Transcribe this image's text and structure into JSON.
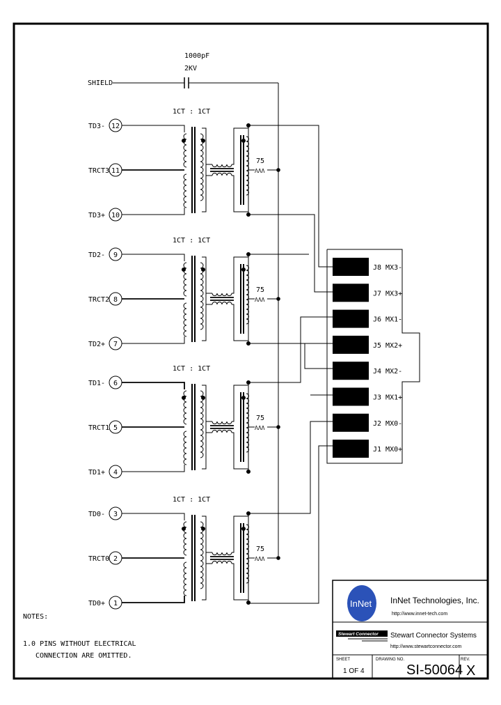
{
  "capacitor": {
    "value": "1000pF",
    "voltage": "2KV"
  },
  "shield_label": "SHIELD",
  "ratio_label": "1CT : 1CT",
  "resistor_value": "75",
  "resistor_symbol": "ΛΛΛ",
  "channels": [
    {
      "pins": [
        {
          "name": "TD3-",
          "num": "12"
        },
        {
          "name": "TRCT3",
          "num": "11"
        },
        {
          "name": "TD3+",
          "num": "10"
        }
      ]
    },
    {
      "pins": [
        {
          "name": "TD2-",
          "num": "9"
        },
        {
          "name": "TRCT2",
          "num": "8"
        },
        {
          "name": "TD2+",
          "num": "7"
        }
      ]
    },
    {
      "pins": [
        {
          "name": "TD1-",
          "num": "6"
        },
        {
          "name": "TRCT1",
          "num": "5"
        },
        {
          "name": "TD1+",
          "num": "4"
        }
      ]
    },
    {
      "pins": [
        {
          "name": "TD0-",
          "num": "3"
        },
        {
          "name": "TRCT0",
          "num": "2"
        },
        {
          "name": "TD0+",
          "num": "1"
        }
      ]
    }
  ],
  "jack_pins": [
    {
      "label": "J8 MX3-"
    },
    {
      "label": "J7 MX3+"
    },
    {
      "label": "J6 MX1-"
    },
    {
      "label": "J5 MX2+"
    },
    {
      "label": "J4 MX2-"
    },
    {
      "label": "J3 MX1+"
    },
    {
      "label": "J2 MX0-"
    },
    {
      "label": "J1 MX0+"
    }
  ],
  "notes": {
    "heading": "NOTES:",
    "line1": "1.0 PINS WITHOUT ELECTRICAL",
    "line2": "CONNECTION ARE OMITTED."
  },
  "title_block": {
    "logo_text": "InNet",
    "company": "InNet Technologies, Inc.",
    "company_url": "http://www.innet-tech.com",
    "partner_logo": "Stewart Connector",
    "partner": "Stewart Connector Systems",
    "partner_url": "http://www.stewartconnector.com",
    "sheet_label": "SHEET",
    "sheet_value": "1 OF 4",
    "drawing_label": "DRAWING NO.",
    "drawing_value": "SI-50064",
    "rev_label": "REV.",
    "rev_value": "X"
  }
}
